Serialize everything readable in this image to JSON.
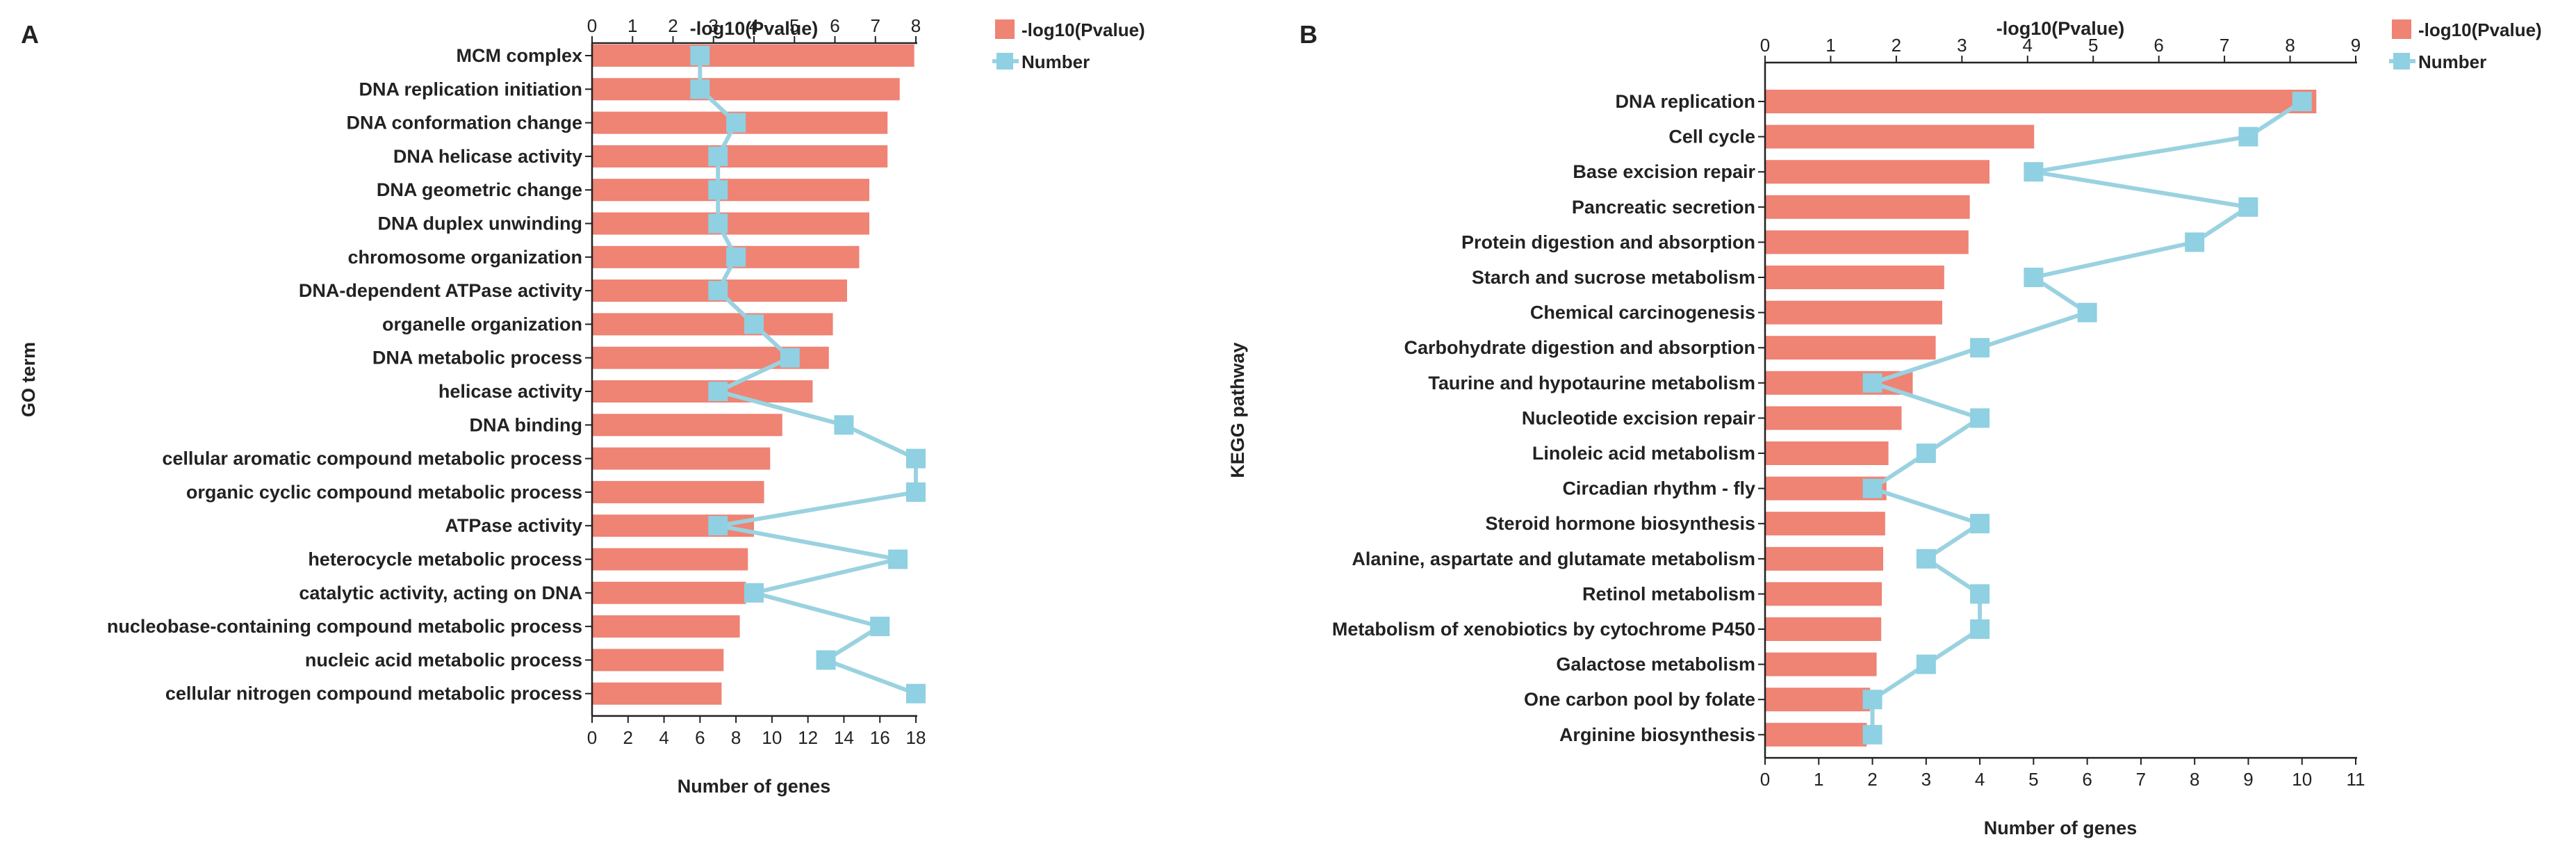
{
  "colors": {
    "bar": "#ef8374",
    "line": "#9ad2e0",
    "marker": "#8fd0e2",
    "axis": "#222222"
  },
  "chart_data": [
    {
      "panel_label": "A",
      "type": "bar",
      "title": "",
      "ylabel": "GO term",
      "xlabel_bottom": "Number of genes",
      "xlabel_top": "-log10(Pvalue)",
      "xlim_bottom": [
        0,
        18
      ],
      "xticks_bottom": [
        "0",
        "2",
        "4",
        "6",
        "8",
        "10",
        "12",
        "14",
        "16",
        "18"
      ],
      "xlim_top": [
        0,
        8
      ],
      "xticks_top": [
        "0",
        "1",
        "2",
        "3",
        "4",
        "5",
        "6",
        "7",
        "8"
      ],
      "legend": {
        "position": "top-right",
        "items": [
          "-log10(Pvalue)",
          "Number"
        ]
      },
      "categories": [
        "MCM complex",
        "DNA replication initiation",
        "DNA conformation change",
        "DNA helicase activity",
        "DNA geometric change",
        "DNA duplex unwinding",
        "chromosome organization",
        "DNA-dependent ATPase activity",
        "organelle organization",
        "DNA metabolic process",
        "helicase activity",
        "DNA binding",
        "cellular aromatic compound metabolic process",
        "organic cyclic compound metabolic process",
        "ATPase activity",
        "heterocycle metabolic process",
        "catalytic activity, acting on DNA",
        "nucleobase-containing compound metabolic process",
        "nucleic acid metabolic process",
        "cellular nitrogen compound metabolic process"
      ],
      "series": [
        {
          "name": "-log10(Pvalue)",
          "kind": "bar",
          "values": [
            7.96,
            7.6,
            7.3,
            7.3,
            6.85,
            6.85,
            6.6,
            6.3,
            5.95,
            5.85,
            5.45,
            4.7,
            4.4,
            4.25,
            4.0,
            3.85,
            3.8,
            3.65,
            3.25,
            3.2
          ]
        },
        {
          "name": "Number",
          "kind": "line",
          "values": [
            6,
            6,
            8,
            7,
            7,
            7,
            8,
            7,
            9,
            11,
            7,
            14,
            18,
            18,
            7,
            17,
            9,
            16,
            13,
            18
          ]
        }
      ]
    },
    {
      "panel_label": "B",
      "type": "bar",
      "title": "",
      "ylabel": "KEGG pathway",
      "xlabel_bottom": "Number of genes",
      "xlabel_top": "-log10(Pvalue)",
      "xlim_bottom": [
        0,
        11
      ],
      "xticks_bottom": [
        "0",
        "1",
        "2",
        "3",
        "4",
        "5",
        "6",
        "7",
        "8",
        "9",
        "10",
        "11"
      ],
      "xlim_top": [
        0,
        9
      ],
      "xticks_top": [
        "0",
        "1",
        "2",
        "3",
        "4",
        "5",
        "6",
        "7",
        "8",
        "9"
      ],
      "legend": {
        "position": "top-right",
        "items": [
          "-log10(Pvalue)",
          "Number"
        ]
      },
      "categories": [
        "DNA replication",
        "Cell cycle",
        "Base excision repair",
        "Pancreatic secretion",
        "Protein digestion and absorption",
        "Starch and sucrose metabolism",
        "Chemical carcinogenesis",
        "Carbohydrate digestion and absorption",
        "Taurine and hypotaurine metabolism",
        "Nucleotide excision repair",
        "Linoleic acid metabolism",
        "Circadian rhythm - fly",
        "Steroid hormone biosynthesis",
        "Alanine, aspartate and glutamate metabolism",
        "Retinol metabolism",
        "Metabolism of xenobiotics by cytochrome P450",
        "Galactose metabolism",
        "One carbon pool by folate",
        "Arginine biosynthesis"
      ],
      "series": [
        {
          "name": "-log10(Pvalue)",
          "kind": "bar",
          "values": [
            8.4,
            4.1,
            3.42,
            3.12,
            3.1,
            2.73,
            2.7,
            2.6,
            2.25,
            2.08,
            1.88,
            1.85,
            1.83,
            1.8,
            1.78,
            1.77,
            1.7,
            1.6,
            1.55
          ]
        },
        {
          "name": "Number",
          "kind": "line",
          "values": [
            10,
            9,
            5,
            9,
            8,
            5,
            6,
            4,
            2,
            4,
            3,
            2,
            4,
            3,
            4,
            4,
            3,
            2,
            2
          ]
        }
      ]
    }
  ]
}
